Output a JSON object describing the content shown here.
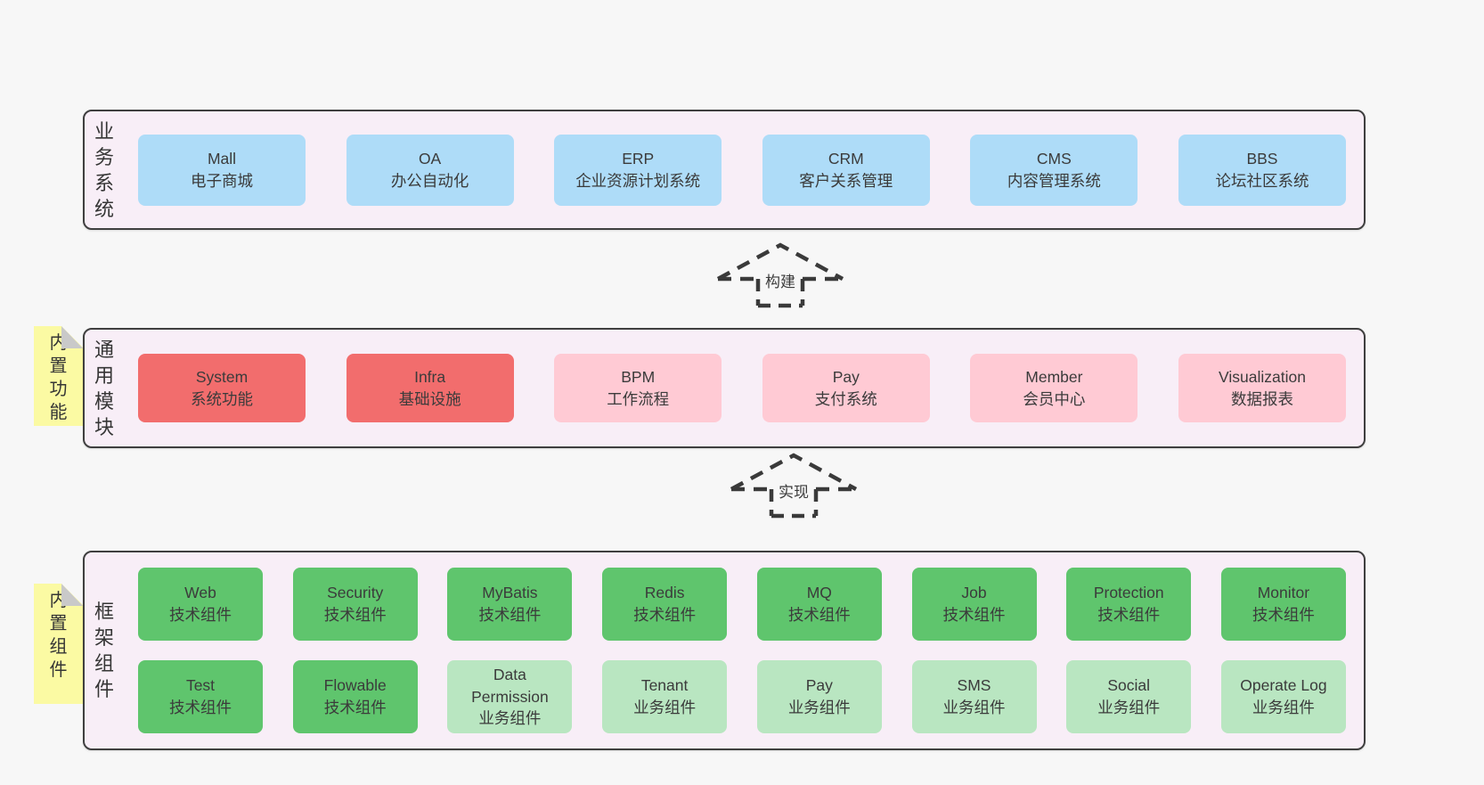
{
  "colors": {
    "page_bg": "#f7f7f7",
    "panel_bg": "#f8eef7",
    "panel_border": "#3f3f3f",
    "text": "#3b3b3b",
    "blue": "#aedcf8",
    "red": "#f26d6d",
    "pink": "#ffcad4",
    "green_dark": "#5fc56d",
    "green_light": "#b9e6c1",
    "sticky_yellow": "#fbfaa3",
    "sticky_fold": "#c9c9c9",
    "arrow_stroke": "#3a3a3a"
  },
  "layers": [
    {
      "label": "业务系统",
      "boxes": [
        {
          "title": "Mall",
          "subtitle": "电子商城"
        },
        {
          "title": "OA",
          "subtitle": "办公自动化"
        },
        {
          "title": "ERP",
          "subtitle": "企业资源计划系统"
        },
        {
          "title": "CRM",
          "subtitle": "客户关系管理"
        },
        {
          "title": "CMS",
          "subtitle": "内容管理系统"
        },
        {
          "title": "BBS",
          "subtitle": "论坛社区系统"
        }
      ]
    },
    {
      "label": "通用模块",
      "sticky": "内置功能",
      "boxes": [
        {
          "title": "System",
          "subtitle": "系统功能"
        },
        {
          "title": "Infra",
          "subtitle": "基础设施"
        },
        {
          "title": "BPM",
          "subtitle": "工作流程"
        },
        {
          "title": "Pay",
          "subtitle": "支付系统"
        },
        {
          "title": "Member",
          "subtitle": "会员中心"
        },
        {
          "title": "Visualization",
          "subtitle": "数据报表"
        }
      ]
    },
    {
      "label": "框架组件",
      "sticky": "内置组件",
      "rows": [
        [
          {
            "title": "Web",
            "subtitle": "技术组件"
          },
          {
            "title": "Security",
            "subtitle": "技术组件"
          },
          {
            "title": "MyBatis",
            "subtitle": "技术组件"
          },
          {
            "title": "Redis",
            "subtitle": "技术组件"
          },
          {
            "title": "MQ",
            "subtitle": "技术组件"
          },
          {
            "title": "Job",
            "subtitle": "技术组件"
          },
          {
            "title": "Protection",
            "subtitle": "技术组件"
          },
          {
            "title": "Monitor",
            "subtitle": "技术组件"
          }
        ],
        [
          {
            "title": "Test",
            "subtitle": "技术组件"
          },
          {
            "title": "Flowable",
            "subtitle": "技术组件"
          },
          {
            "title": "Data Permission",
            "subtitle": "业务组件"
          },
          {
            "title": "Tenant",
            "subtitle": "业务组件"
          },
          {
            "title": "Pay",
            "subtitle": "业务组件"
          },
          {
            "title": "SMS",
            "subtitle": "业务组件"
          },
          {
            "title": "Social",
            "subtitle": "业务组件"
          },
          {
            "title": "Operate Log",
            "subtitle": "业务组件"
          }
        ]
      ]
    }
  ],
  "arrows": [
    {
      "label": "构建"
    },
    {
      "label": "实现"
    }
  ]
}
